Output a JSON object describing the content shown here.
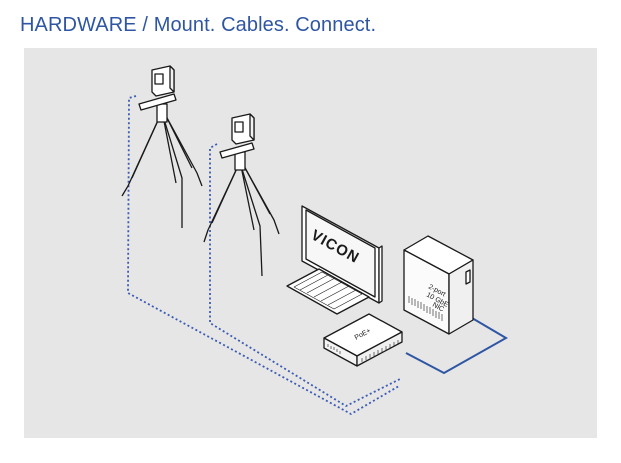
{
  "header": {
    "title": "HARDWARE / Mount. Cables. Connect."
  },
  "diagram": {
    "monitor_logo": "VICON",
    "switch_label": "PoE+",
    "pc_label_lines": [
      "2-port",
      "10 GbE",
      "NIC"
    ]
  },
  "colors": {
    "title": "#2f56a3",
    "cable": "#3b5bb5",
    "background": "#e6e6e6",
    "line": "#1a1a1a"
  }
}
